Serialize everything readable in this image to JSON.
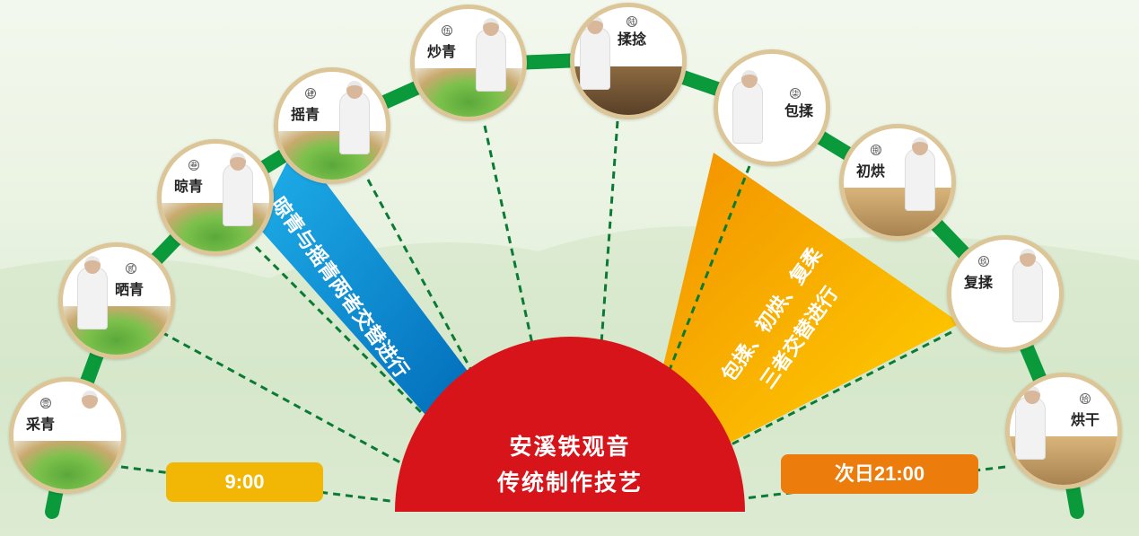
{
  "title_line1": "安溪铁观音",
  "title_line2": "传统制作技艺",
  "start_time": "9:00",
  "end_time": "次日21:00",
  "blue_note": "晾青与摇青两者交替进行",
  "orange_note_line1": "包揉、初烘、复柔",
  "orange_note_line2": "三者交替进行",
  "steps": [
    {
      "num": "壹",
      "label": "采青"
    },
    {
      "num": "贰",
      "label": "晒青"
    },
    {
      "num": "叁",
      "label": "晾青"
    },
    {
      "num": "肆",
      "label": "摇青"
    },
    {
      "num": "伍",
      "label": "炒青"
    },
    {
      "num": "陆",
      "label": "揉捻"
    },
    {
      "num": "柒",
      "label": "包揉"
    },
    {
      "num": "捌",
      "label": "初烘"
    },
    {
      "num": "玖",
      "label": "复揉"
    },
    {
      "num": "拾",
      "label": "烘干"
    }
  ],
  "colors": {
    "arc": "#0a9a3c",
    "center": "#d7141a",
    "blue": "#0a8fd8",
    "orange": "#f4a300",
    "badge_yellow": "#f2b705",
    "badge_orange": "#ec7c0c",
    "frame": "#dcc596"
  }
}
